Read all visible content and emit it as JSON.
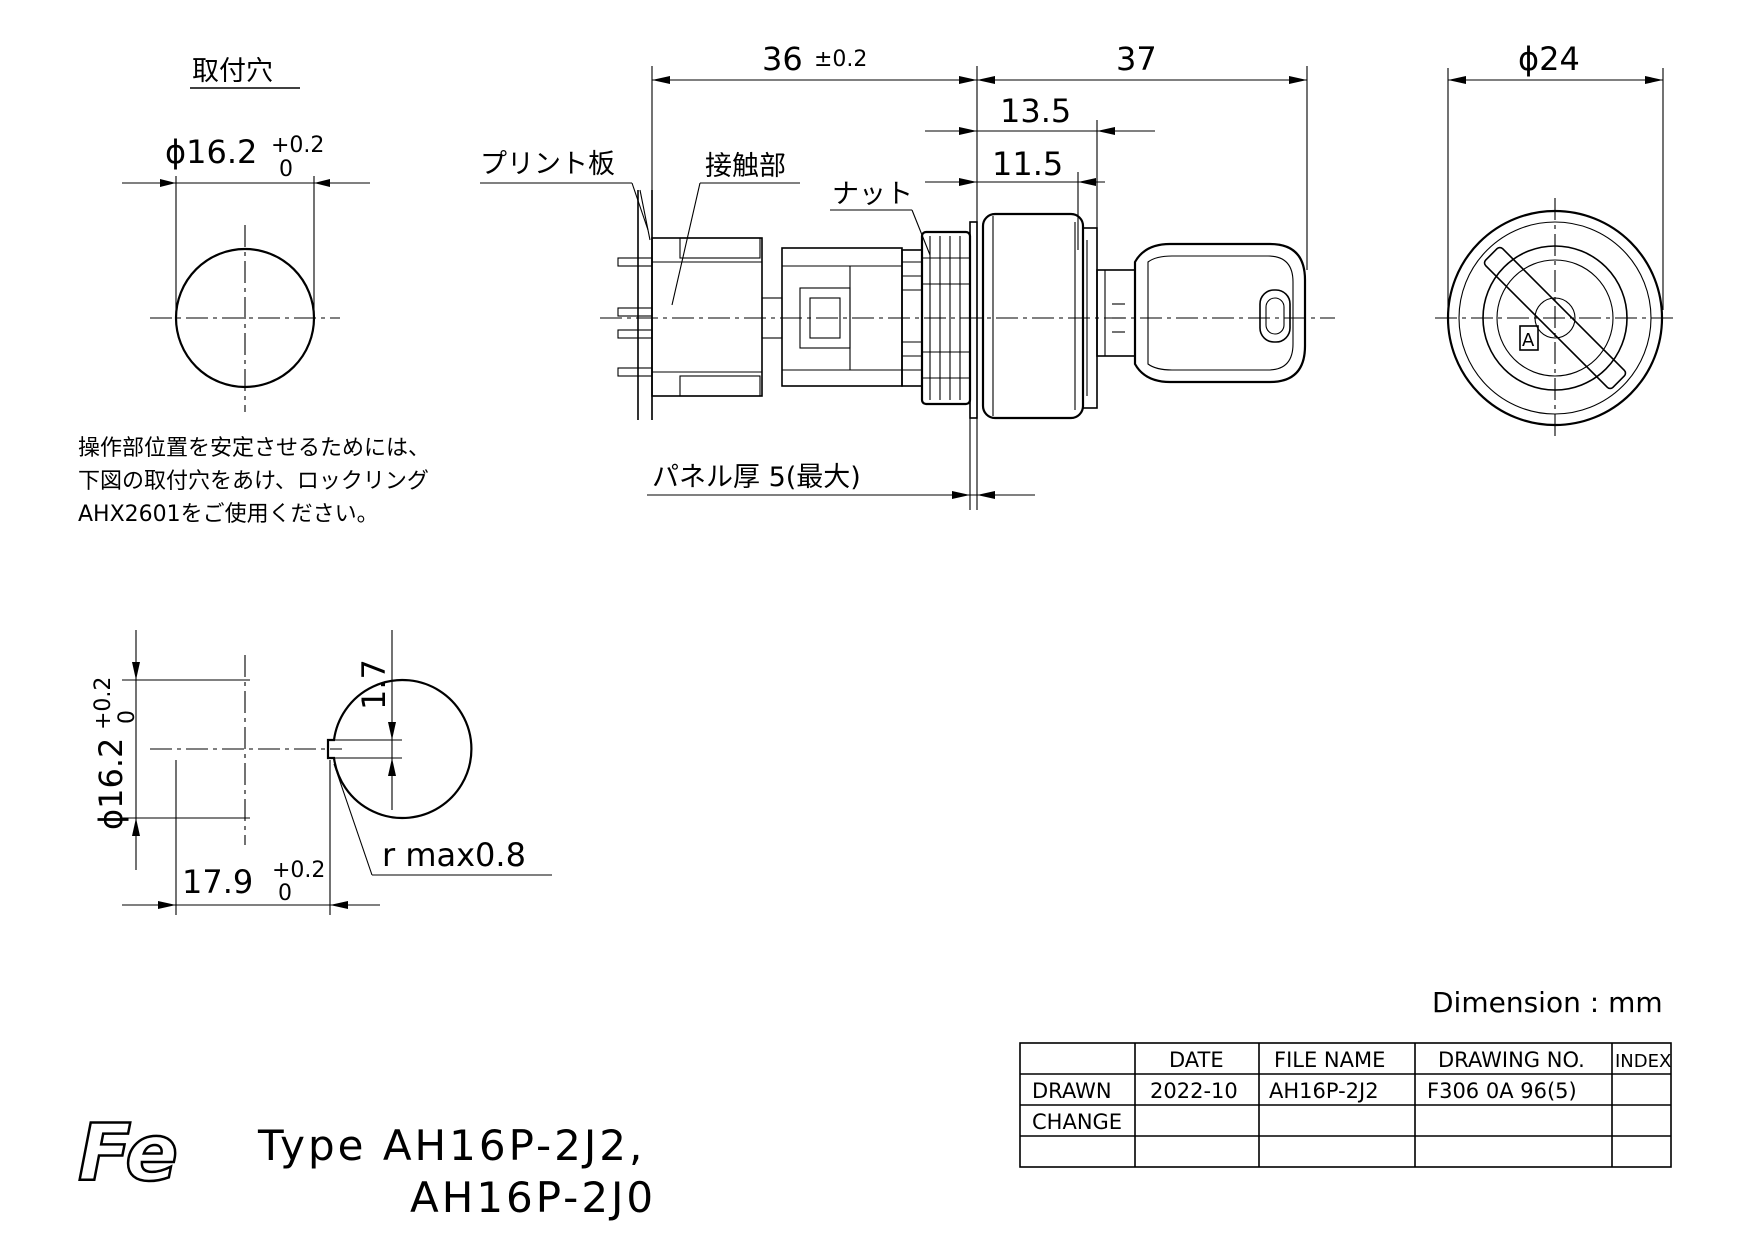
{
  "mounting_hole": {
    "title": "取付穴",
    "diameter": "ϕ16.2",
    "tol_upper": "+0.2",
    "tol_lower": "0"
  },
  "note": {
    "line1": "操作部位置を安定させるためには、",
    "line2": "下図の取付穴をあけ、ロックリング",
    "line3": "AHX2601をご使用ください。"
  },
  "side_view": {
    "dim_36": "36",
    "dim_36_tol": "±0.2",
    "dim_37": "37",
    "dim_13_5": "13.5",
    "dim_11_5": "11.5",
    "label_pcb": "プリント板",
    "label_contact": "接触部",
    "label_nut": "ナット",
    "label_panel": "パネル厚 5(最大)"
  },
  "front_view": {
    "diameter": "ϕ24",
    "key_mark": "A"
  },
  "keyed_hole": {
    "diameter": "ϕ16.2",
    "tol_upper": "+0.2",
    "tol_lower": "0",
    "notch_depth": "1.7",
    "width": "17.9",
    "width_tol_upper": "+0.2",
    "width_tol_lower": "0",
    "radius": "r max0.8"
  },
  "units": "Dimension : mm",
  "title_block": {
    "headers": [
      "",
      "DATE",
      "FILE NAME",
      "DRAWING NO.",
      "INDEX"
    ],
    "rows": [
      [
        "DRAWN",
        "2022-10",
        "AH16P-2J2",
        "F306 0A 96(5)",
        ""
      ],
      [
        "CHANGE",
        "",
        "",
        "",
        ""
      ],
      [
        "",
        "",
        "",
        "",
        ""
      ]
    ]
  },
  "logo": "Fe",
  "type_line1": "Type AH16P-2J2,",
  "type_line2": "AH16P-2J0"
}
